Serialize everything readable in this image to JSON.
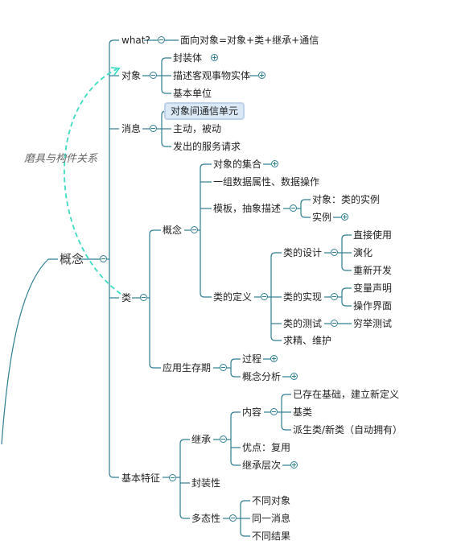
{
  "root": "概念",
  "relation_label": "磨具与构件关系",
  "colors": {
    "line": "#2e7d92",
    "relation": "#3ddbc4",
    "highlight": "#dbe9f7"
  },
  "nodes": {
    "what": "what?",
    "what_def": "面向对象=对象+类+继承+通信",
    "object": "对象",
    "object_c1": "封装体",
    "object_c2": "描述客观事物实体",
    "object_c3": "基本单位",
    "message": "消息",
    "message_c1": "对象间通信单元",
    "message_c2": "主动，被动",
    "message_c3": "发出的服务请求",
    "class": "类",
    "concept": "概念",
    "concept_c1": "对象的集合",
    "concept_c2": "一组数据属性、数据操作",
    "concept_c3": "模板，抽象描述",
    "template_c1": "对象：类的实例",
    "template_c2": "实例",
    "class_def": "类的定义",
    "design": "类的设计",
    "design_c1": "直接使用",
    "design_c2": "演化",
    "design_c3": "重新开发",
    "impl": "类的实现",
    "impl_c1": "变量声明",
    "impl_c2": "操作界面",
    "test": "类的测试",
    "test_c1": "穷举测试",
    "refine": "求精、维护",
    "lifecycle": "应用生存期",
    "life_c1": "过程",
    "life_c2": "概念分析",
    "features": "基本特征",
    "inherit": "继承",
    "content": "内容",
    "content_c1": "已存在基础，建立新定义",
    "content_c2": "基类",
    "content_c3": "派生类/新类（自动拥有）",
    "advantage": "优点：复用",
    "hierarchy": "继承层次",
    "encap": "封装性",
    "poly": "多态性",
    "poly_c1": "不同对象",
    "poly_c2": "同一消息",
    "poly_c3": "不同结果"
  }
}
